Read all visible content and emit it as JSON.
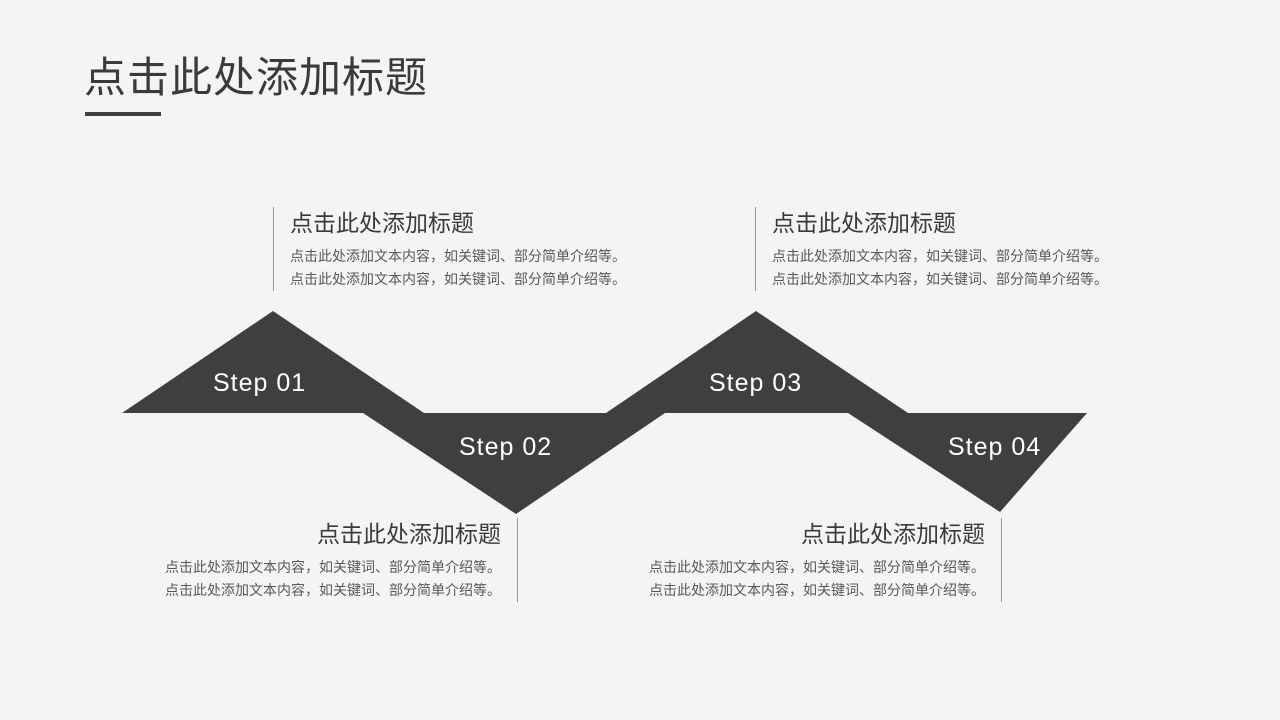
{
  "slide": {
    "background_color": "#f4f4f4",
    "accent_color": "#3f3f3f",
    "title": "点击此处添加标题"
  },
  "steps": [
    {
      "label": "Step 01"
    },
    {
      "label": "Step 02"
    },
    {
      "label": "Step 03"
    },
    {
      "label": "Step 04"
    }
  ],
  "blocks": [
    {
      "heading": "点击此处添加标题",
      "line1": "点击此处添加文本内容，如关键词、部分简单介绍等。",
      "line2": "点击此处添加文本内容，如关键词、部分简单介绍等。"
    },
    {
      "heading": "点击此处添加标题",
      "line1": "点击此处添加文本内容，如关键词、部分简单介绍等。",
      "line2": "点击此处添加文本内容，如关键词、部分简单介绍等。"
    },
    {
      "heading": "点击此处添加标题",
      "line1": "点击此处添加文本内容，如关键词、部分简单介绍等。",
      "line2": "点击此处添加文本内容，如关键词、部分简单介绍等。"
    },
    {
      "heading": "点击此处添加标题",
      "line1": "点击此处添加文本内容，如关键词、部分简单介绍等。",
      "line2": "点击此处添加文本内容，如关键词、部分简单介绍等。"
    }
  ]
}
